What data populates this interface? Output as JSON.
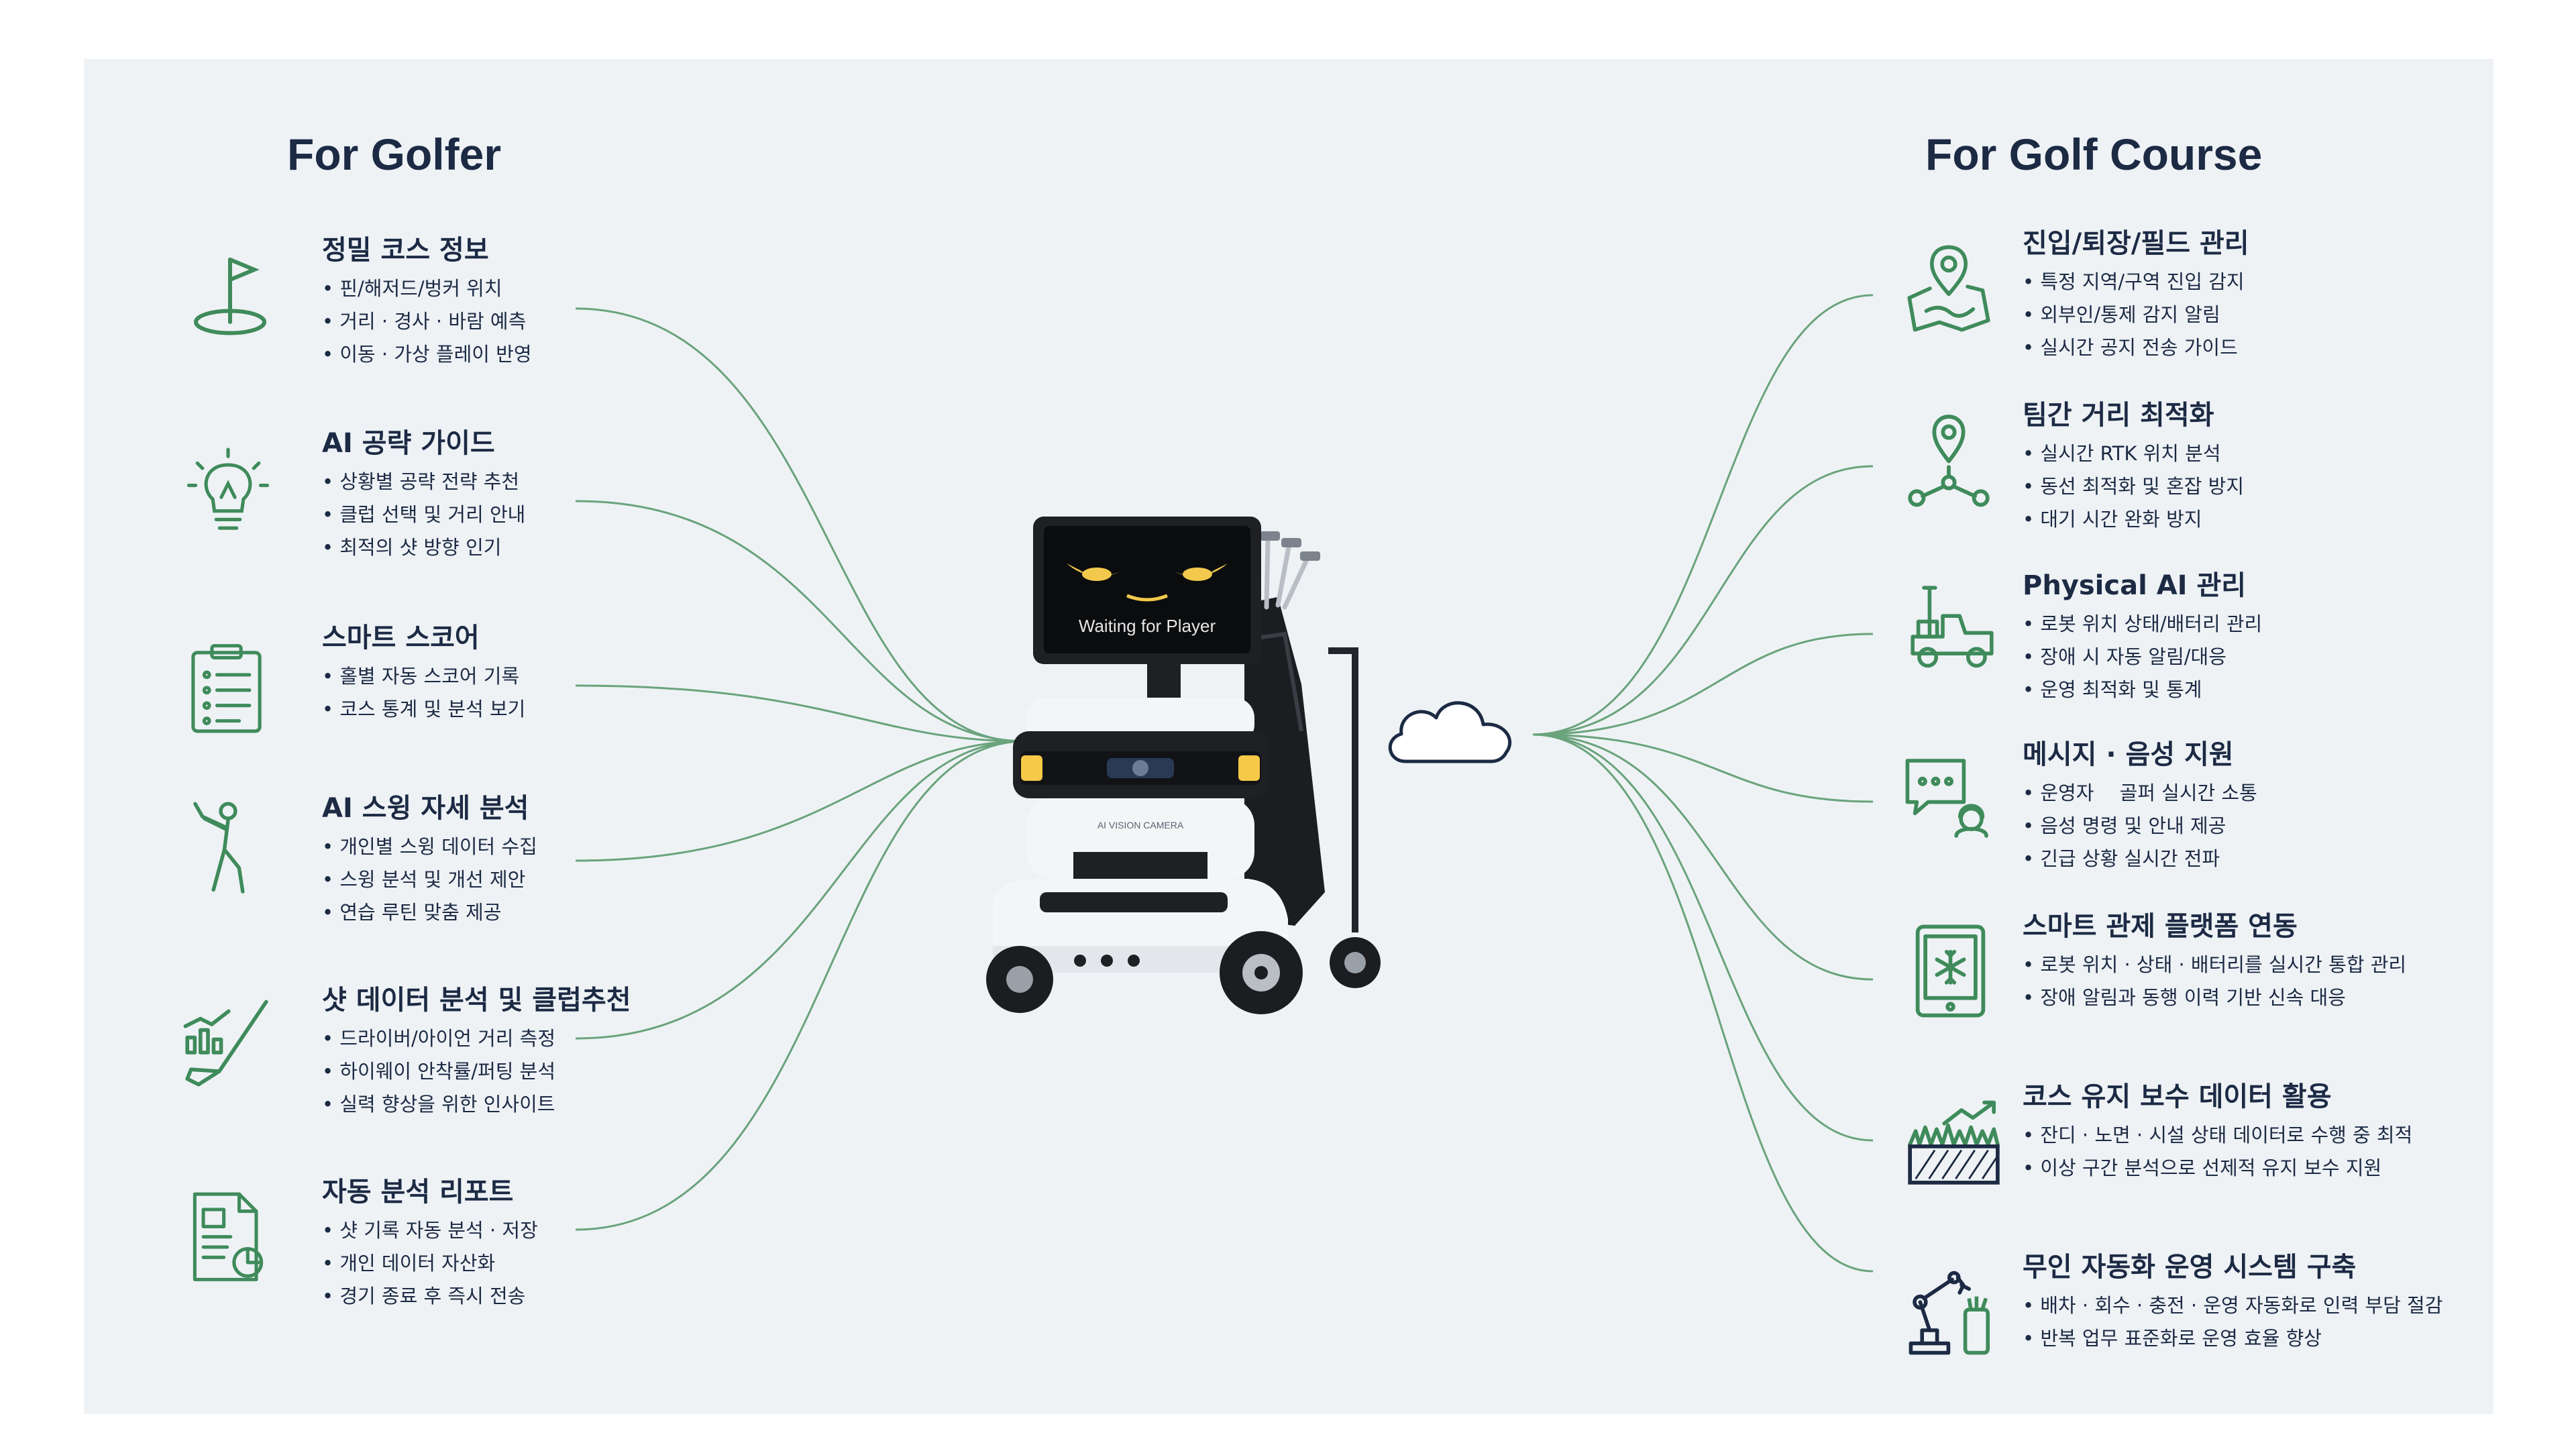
{
  "colors": {
    "background": "#eef2f5",
    "heading": "#1c2a44",
    "accent_green": "#3f8b5b",
    "connector": "#6aa37c"
  },
  "golfer": {
    "heading": "For Golfer",
    "items": [
      {
        "icon": "golf-flag-icon",
        "title": "정밀 코스 정보",
        "bullets": [
          "핀/해저드/벙커 위치",
          "거리 · 경사 · 바람 예측",
          "이동 · 가상 플레이 반영"
        ]
      },
      {
        "icon": "lightbulb-icon",
        "title": "AI 공략 가이드",
        "bullets": [
          "상황별 공략 전략 추천",
          "클럽 선택 및 거리 안내",
          "최적의 샷 방향 인기"
        ]
      },
      {
        "icon": "clipboard-checklist-icon",
        "title": "스마트 스코어",
        "bullets": [
          "홀별 자동 스코어 기록",
          "코스 통계 및 분석 보기"
        ]
      },
      {
        "icon": "golfer-swing-icon",
        "title": "AI 스윙 자세 분석",
        "bullets": [
          "개인별 스윙 데이터 수집",
          "스윙 분석 및 개선 제안",
          "연습 루틴 맞춤 제공"
        ]
      },
      {
        "icon": "golf-club-chart-icon",
        "title": "샷 데이터 분석 및 클럽추천",
        "bullets": [
          "드라이버/아이언 거리 측정",
          "하이웨이 안착률/퍼팅 분석",
          "실력 향상을 위한 인사이트"
        ]
      },
      {
        "icon": "report-document-icon",
        "title": "자동 분석 리포트",
        "bullets": [
          "샷 기록 자동 분석 · 저장",
          "개인 데이터 자산화",
          "경기 종료 후 즉시 전송"
        ]
      }
    ]
  },
  "course": {
    "heading": "For Golf Course",
    "items": [
      {
        "icon": "map-location-icon",
        "title": "진입/퇴장/필드 관리",
        "bullets": [
          "특정 지역/구역 진입 감지",
          "외부인/통제 감지 알림",
          "실시간 공지 전송 가이드"
        ]
      },
      {
        "icon": "route-nodes-icon",
        "title": "팀간 거리 최적화",
        "bullets": [
          "실시간 RTK 위치 분석",
          "동선 최적화 및 혼잡 방지",
          "대기 시간 완화 방지"
        ]
      },
      {
        "icon": "golf-cart-icon",
        "title": "Physical AI 관리",
        "bullets": [
          "로봇 위치 상태/배터리 관리",
          "장애 시 자동 알림/대응",
          "운영 최적화 및 통계"
        ]
      },
      {
        "icon": "chat-headset-icon",
        "title": "메시지 · 음성 지원",
        "bullets": [
          "운영자 　골퍼 실시간 소통",
          "음성 명령 및 안내 제공",
          "긴급 상황 실시간 전파"
        ]
      },
      {
        "icon": "tablet-control-icon",
        "title": "스마트 관제 플랫폼 연동",
        "bullets": [
          "로봇 위치 · 상태 · 배터리를 실시간 통합 관리",
          "장애 알림과 동행 이력 기반 신속 대응"
        ]
      },
      {
        "icon": "turf-growth-icon",
        "title": "코스 유지 보수 데이터 활용",
        "bullets": [
          "잔디 · 노면 · 시설 상태 데이터로 수행 중 최적",
          "이상 구간 분석으로 선제적 유지 보수 지원"
        ]
      },
      {
        "icon": "robot-arm-icon",
        "title": "무인 자동화 운영 시스템 구축",
        "bullets": [
          "배차 · 회수 · 충전 · 운영 자동화로 인력 부담 절감",
          "반복 업무 표준화로 운영 효율 향상"
        ]
      }
    ]
  },
  "robot": {
    "screen_text": "Waiting for Player",
    "camera_label": "AI VISION CAMERA",
    "cloud_icon": "cloud-icon"
  }
}
